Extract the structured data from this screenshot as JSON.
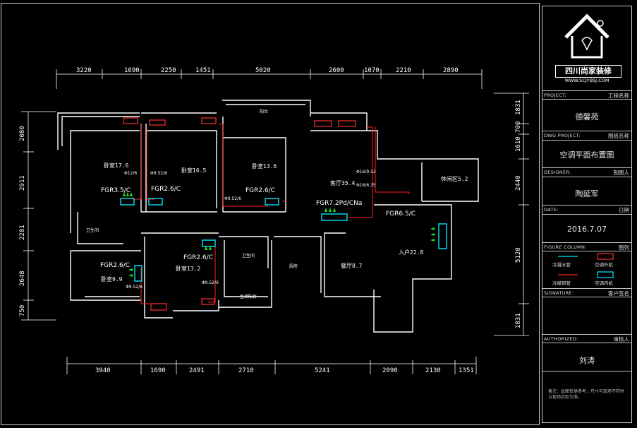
{
  "dims": {
    "top": [
      "3220",
      "1690",
      "2250",
      "1451",
      "5020",
      "2600",
      "1070",
      "2210",
      "2890"
    ],
    "bottom": [
      "3940",
      "1690",
      "2491",
      "2710",
      "5241",
      "2090",
      "2130",
      "1351"
    ],
    "left": [
      "2080",
      "2911",
      "2281",
      "2648",
      "750"
    ],
    "right": [
      "1831",
      "700",
      "1610",
      "2440",
      "5120",
      "1831"
    ]
  },
  "units": [
    {
      "id": "fgr35",
      "label": "FGR3.5/C"
    },
    {
      "id": "fgr26a",
      "label": "FGR2.6/C"
    },
    {
      "id": "fgr26b",
      "label": "FGR2.6/C"
    },
    {
      "id": "fgr72",
      "label": "FGR7.2Pd/CNa"
    },
    {
      "id": "fgr65",
      "label": "FGR6.5/C"
    },
    {
      "id": "fgr26c",
      "label": "FGR2.6/C"
    },
    {
      "id": "fgr26d",
      "label": "FGR2.6/C"
    }
  ],
  "rooms": [
    {
      "id": "r1",
      "label": "卧室17.6"
    },
    {
      "id": "r2",
      "label": "卧室16.5"
    },
    {
      "id": "r3",
      "label": "卧室13.6"
    },
    {
      "id": "r4",
      "label": "客厅35.4"
    },
    {
      "id": "r5",
      "label": "休闲区5.2"
    },
    {
      "id": "r6",
      "label": "入户22.8"
    },
    {
      "id": "r7",
      "label": "卧室13.2"
    },
    {
      "id": "r8",
      "label": "卧室9.9"
    },
    {
      "id": "r9",
      "label": "卫生间"
    },
    {
      "id": "r10",
      "label": "卫生间"
    },
    {
      "id": "r11",
      "label": "厨房"
    },
    {
      "id": "r12",
      "label": "餐厅8.7"
    },
    {
      "id": "r13",
      "label": "阳台"
    },
    {
      "id": "r14",
      "label": "生活阳台"
    }
  ],
  "pipes": [
    {
      "id": "p1",
      "label": "Φ12/6"
    },
    {
      "id": "p2",
      "label": "Φ9.52/6"
    },
    {
      "id": "p3",
      "label": "Φ9.52/6"
    },
    {
      "id": "p4",
      "label": "Φ16/9.52"
    },
    {
      "id": "p5",
      "label": "Φ16/6.35"
    },
    {
      "id": "p6",
      "label": "Φ9.52/6"
    },
    {
      "id": "p7",
      "label": "Φ9.52/6"
    }
  ],
  "title_block": {
    "logo_text": "四川尚家装修",
    "logo_url": "WWW.SCJYBSJ.COM",
    "project_label": "PROJECT:",
    "project_cn": "工程名称",
    "project_value": "德馨苑",
    "dwg_label": "DWG PROJECT:",
    "dwg_cn": "图纸名称",
    "dwg_value": "空调平面布置图",
    "designer_label": "DESIGNER:",
    "designer_cn": "制图人",
    "designer_value": "陶延军",
    "date_label": "DATE:",
    "date_cn": "日期",
    "date_value": "2016.7.07",
    "figure_label": "FIGURE COLUMN:",
    "figure_cn": "图列",
    "legend_1": "冷凝水管",
    "legend_2": "空调外机",
    "legend_3": "冷媒铜管",
    "legend_4": "空调内机",
    "signature_label": "SIGNATURE:",
    "signature_cn": "客户签名",
    "authorized_label": "AUTHORIZED:",
    "authorized_cn": "审核人",
    "authorized_value": "刘涛",
    "note": "备注：此图仅供参考，尺寸与现场不符时以现场实际为准。"
  },
  "colors": {
    "wall": "#ffffff",
    "pipe": "#ff2020",
    "indoor": "#00e5ff",
    "fan": "#22dd22",
    "outdoor": "#ff3030"
  }
}
